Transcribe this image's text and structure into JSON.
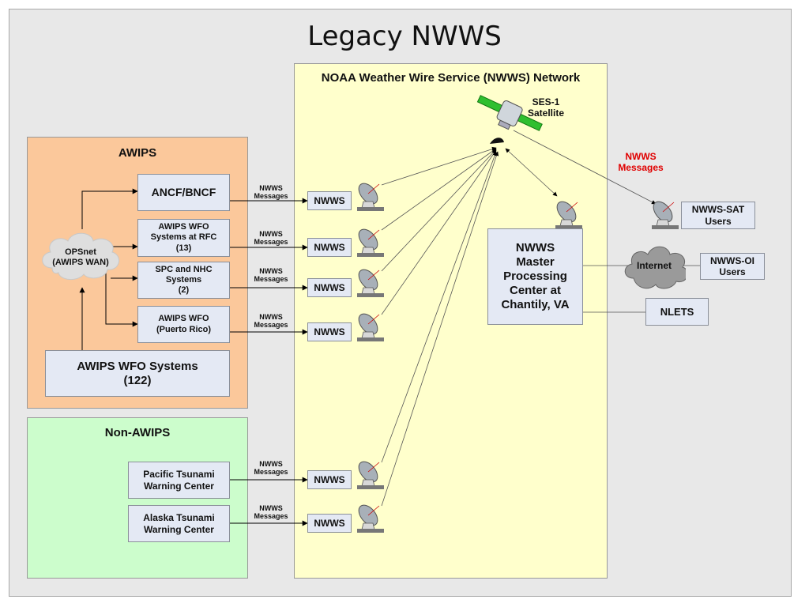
{
  "title": "Legacy NWWS",
  "regions": {
    "awips": "AWIPS",
    "non_awips": "Non-AWIPS",
    "network": "NOAA Weather Wire Service (NWWS) Network"
  },
  "awips": {
    "opsnet": "OPSnet\n(AWIPS WAN)",
    "ancf": "ANCF/BNCF",
    "rfc": "AWIPS WFO\nSystems at RFC\n(13)",
    "spc": "SPC and NHC\nSystems\n(2)",
    "pr": "AWIPS WFO\n(Puerto Rico)",
    "wfo": "AWIPS WFO Systems\n(122)"
  },
  "non_awips": {
    "ptwc": "Pacific Tsunami\nWarning Center",
    "atwc": "Alaska Tsunami\nWarning Center"
  },
  "nwws_label": "NWWS",
  "msg_label": "NWWS\nMessages",
  "satellite": "SES-1\nSatellite",
  "sat_messages": "NWWS\nMessages",
  "master": "NWWS\nMaster\nProcessing\nCenter at\nChantily, VA",
  "nwws_sat_users": "NWWS-SAT\nUsers",
  "internet": "Internet",
  "nwws_oi_users": "NWWS-OI\nUsers",
  "nlets": "NLETS",
  "colors": {
    "awips_bg": "#fbc89b",
    "non_awips_bg": "#ccfdcc",
    "network_bg": "#ffffcc",
    "sat_msg_red": "#e00000"
  }
}
